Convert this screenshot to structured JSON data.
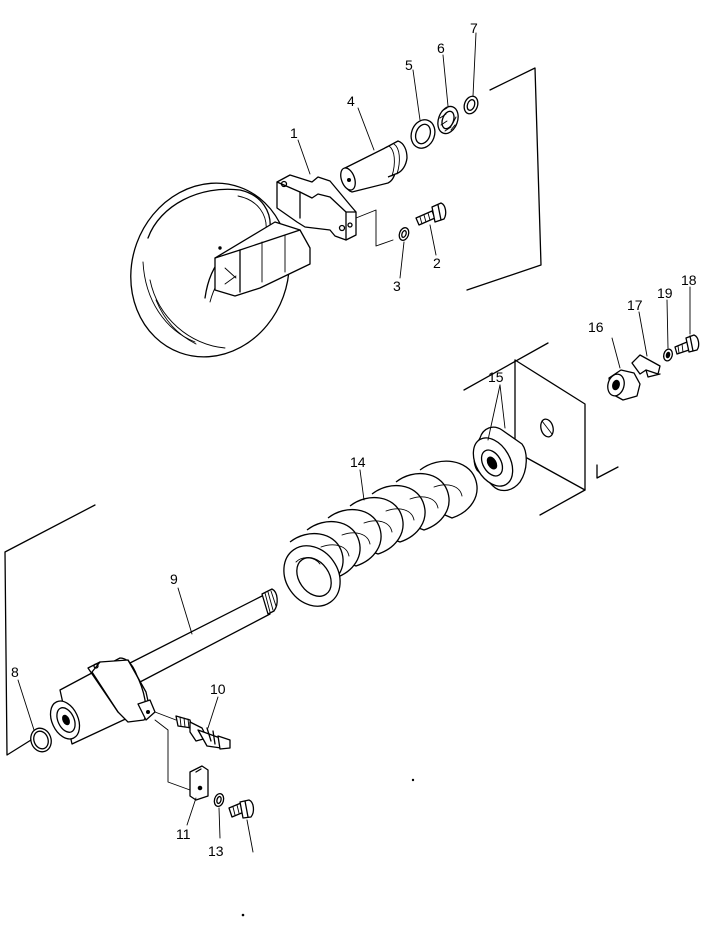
{
  "callouts": [
    {
      "id": "c1",
      "text": "1"
    },
    {
      "id": "c2",
      "text": "2"
    },
    {
      "id": "c3",
      "text": "3"
    },
    {
      "id": "c4",
      "text": "4"
    },
    {
      "id": "c5",
      "text": "5"
    },
    {
      "id": "c6",
      "text": "6"
    },
    {
      "id": "c7",
      "text": "7"
    },
    {
      "id": "c8",
      "text": "8"
    },
    {
      "id": "c9",
      "text": "9"
    },
    {
      "id": "c10",
      "text": "10"
    },
    {
      "id": "c11",
      "text": "11"
    },
    {
      "id": "c13",
      "text": "13"
    },
    {
      "id": "c14",
      "text": "14"
    },
    {
      "id": "c15",
      "text": "15"
    },
    {
      "id": "c16",
      "text": "16"
    },
    {
      "id": "c17",
      "text": "17"
    },
    {
      "id": "c18",
      "text": "18"
    },
    {
      "id": "c19",
      "text": "19"
    }
  ],
  "colors": {
    "ink": "#000000",
    "paper": "#ffffff"
  }
}
